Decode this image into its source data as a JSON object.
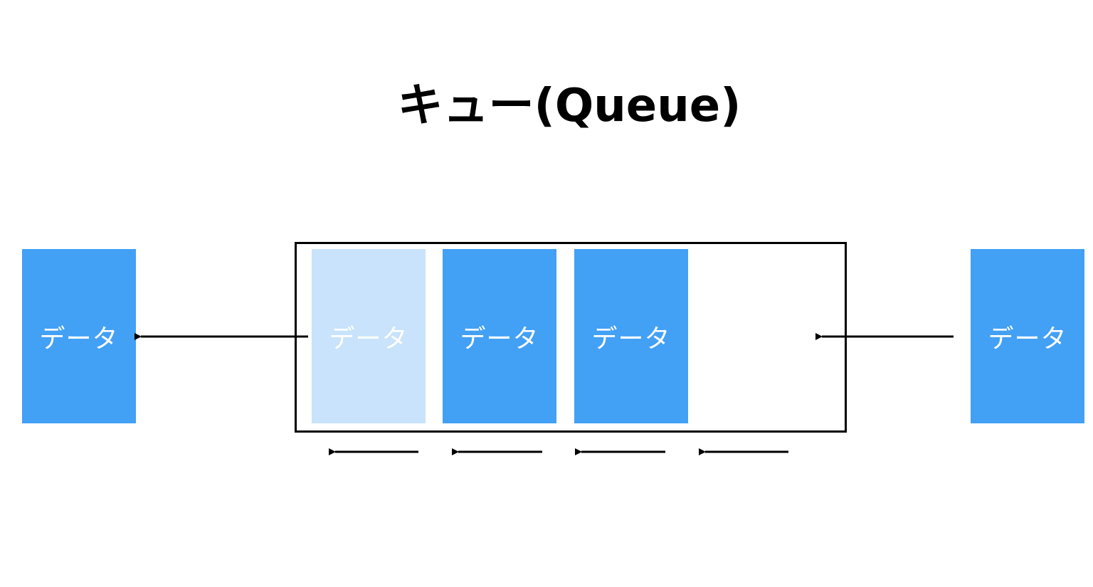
{
  "title": "キュー(Queue)",
  "colors": {
    "block": "#42a0f5",
    "block_faded": "#c8e3fb",
    "stroke": "#000000"
  },
  "blocks": {
    "dequeued": {
      "label": "データ"
    },
    "queued": [
      {
        "label": "データ",
        "state": "leaving"
      },
      {
        "label": "データ",
        "state": "queued"
      },
      {
        "label": "データ",
        "state": "queued"
      }
    ],
    "incoming": {
      "label": "データ"
    }
  }
}
